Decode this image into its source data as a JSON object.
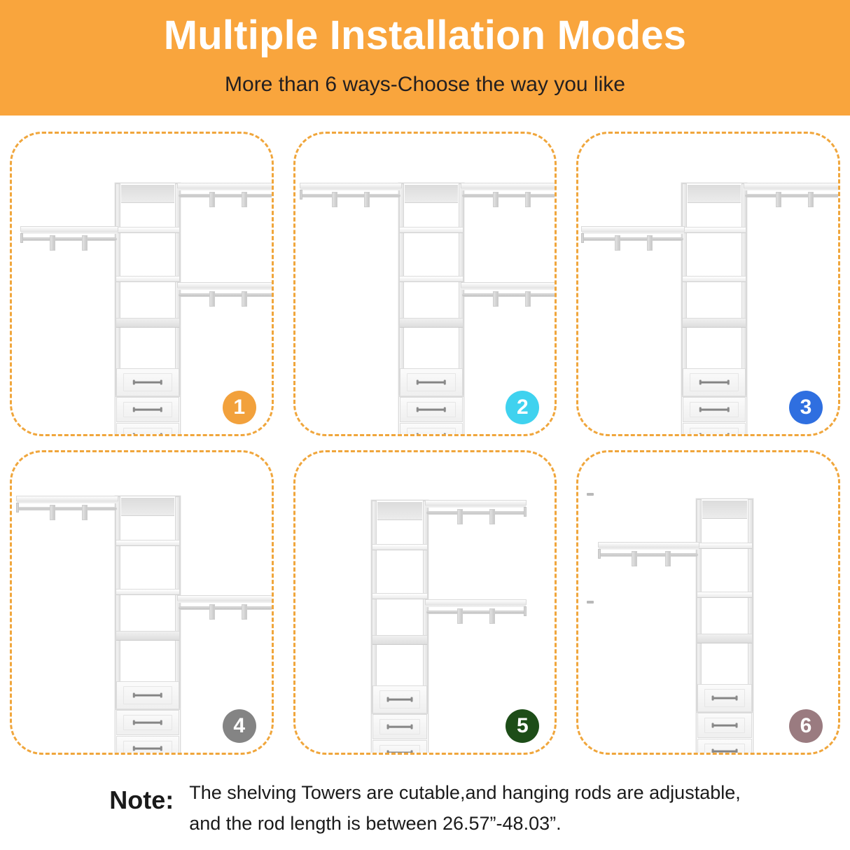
{
  "header": {
    "title": "Multiple Installation Modes",
    "subtitle": "More than 6 ways-Choose the way you like",
    "background_color": "#f9a53d",
    "title_color": "#ffffff",
    "subtitle_color": "#231f20"
  },
  "panel_border_color": "#f0a63c",
  "panels": [
    {
      "number": "1",
      "badge_color": "#f2a13c",
      "description": "Center tower with three drawers; left wall rod at mid height, right upper rod and right lower rod"
    },
    {
      "number": "2",
      "badge_color": "#3fd2ef",
      "description": "Center tower with three drawers; left upper rod and right upper rod aligned at top, plus right lower rod"
    },
    {
      "number": "3",
      "badge_color": "#2f6fe0",
      "description": "Center tower with three drawers; left rod at mid height and right rod at top"
    },
    {
      "number": "4",
      "badge_color": "#848484",
      "description": "Center tower with three drawers; left rod at top and right rod at lower height"
    },
    {
      "number": "5",
      "badge_color": "#1d4d18",
      "description": "Left-side tower with three drawers; right upper rod and right lower rod"
    },
    {
      "number": "6",
      "badge_color": "#9a7b80",
      "description": "Right-side tower with three drawers; single left rod at mid height"
    }
  ],
  "note": {
    "label": "Note:",
    "line1": "The shelving Towers are cutable,and hanging rods are adjustable,",
    "line2": "and the rod length is between 26.57”-48.03”."
  }
}
